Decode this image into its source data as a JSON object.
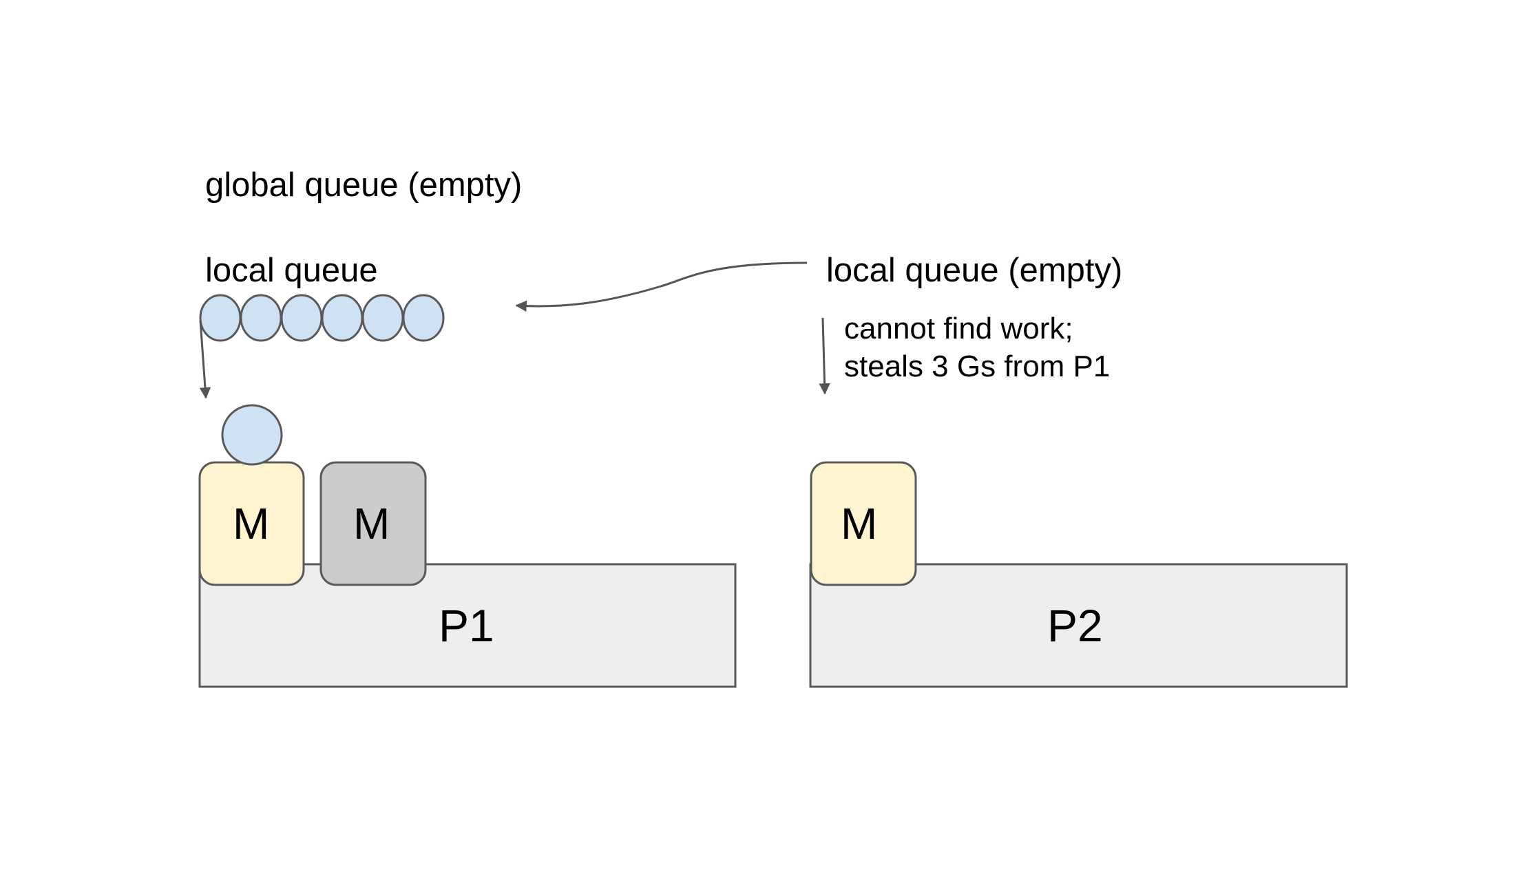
{
  "global_queue_label": "global queue (empty)",
  "p1": {
    "local_queue_label": "local queue",
    "queued_goroutines": 6,
    "running_goroutines": 1,
    "machines": [
      {
        "label": "M",
        "state": "active",
        "color": "#fff4cf"
      },
      {
        "label": "M",
        "state": "idle",
        "color": "#cccccc"
      }
    ],
    "processor_label": "P1"
  },
  "p2": {
    "local_queue_label": "local queue (empty)",
    "annotation_line1": "cannot find work;",
    "annotation_line2": "steals 3 Gs from P1",
    "machines": [
      {
        "label": "M",
        "state": "active",
        "color": "#fff4cf"
      }
    ],
    "processor_label": "P2"
  },
  "colors": {
    "goroutine_fill": "#cfe2f3",
    "processor_fill": "#eeeeee",
    "stroke": "#595959",
    "arrow": "#555555"
  }
}
